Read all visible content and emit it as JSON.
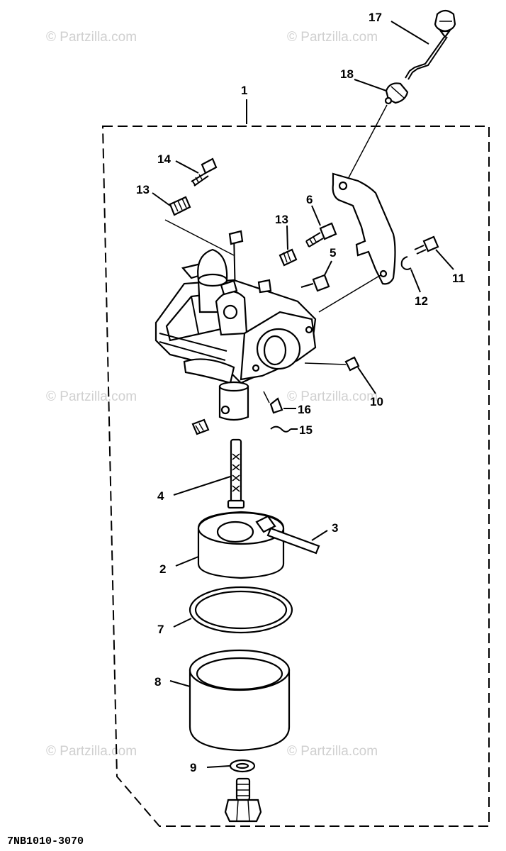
{
  "diagram": {
    "drawing_code": "7NB1010-3070",
    "watermark_text": "© Partzilla.com",
    "callouts": {
      "c1": "1",
      "c2": "2",
      "c3": "3",
      "c4": "4",
      "c5": "5",
      "c6": "6",
      "c7": "7",
      "c8": "8",
      "c9": "9",
      "c10": "10",
      "c11": "11",
      "c12": "12",
      "c13a": "13",
      "c13b": "13",
      "c14": "14",
      "c15": "15",
      "c16": "16",
      "c17": "17",
      "c18": "18"
    }
  }
}
